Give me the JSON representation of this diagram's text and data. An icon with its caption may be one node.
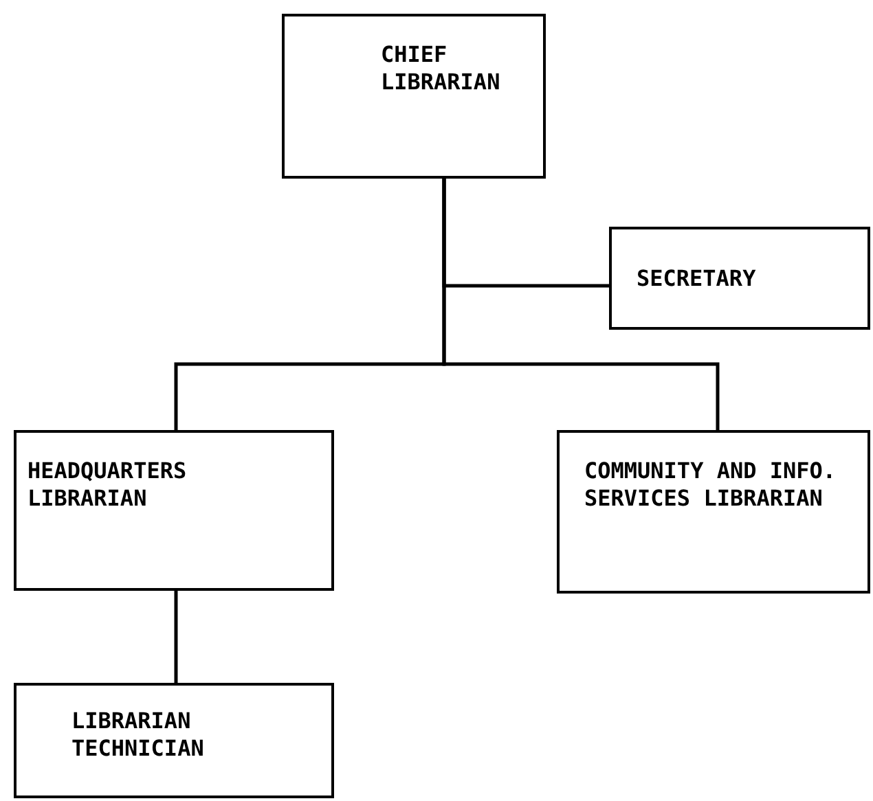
{
  "diagram": {
    "nodes": [
      {
        "text": [
          "CHIEF LIBRARIAN"
        ]
      },
      {
        "text": [
          "SECRETARY"
        ]
      },
      {
        "text": [
          "HEADQUARTERS LIBRARIAN"
        ]
      },
      {
        "text": [
          "COMMUNITY AND INFO. SERVICES LIBRARIAN"
        ]
      },
      {
        "text": [
          "LIBRARIAN TECHNICIAN"
        ]
      }
    ],
    "edges": [
      {
        "from": 0,
        "to": 1,
        "arrow": "none"
      },
      {
        "from": 0,
        "to": 2,
        "arrow": "none"
      },
      {
        "from": 0,
        "to": 3,
        "arrow": "none"
      },
      {
        "from": 2,
        "to": 4,
        "arrow": "none"
      }
    ]
  }
}
